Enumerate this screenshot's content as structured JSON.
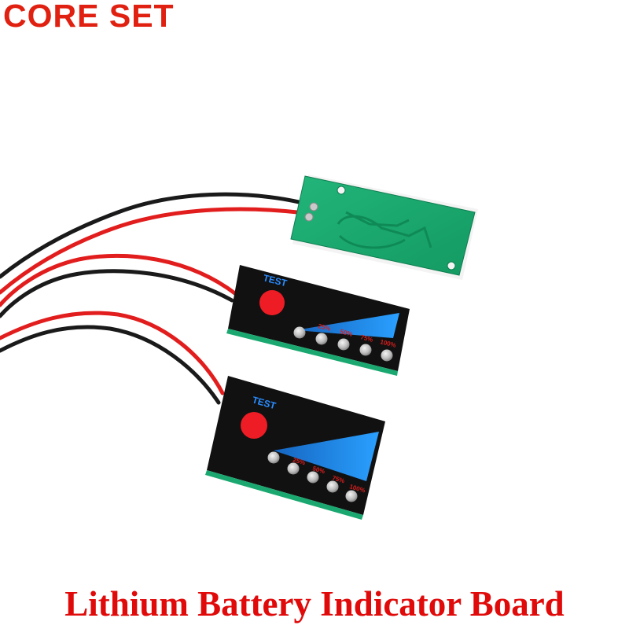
{
  "brand": {
    "name": "CORE SET"
  },
  "caption": {
    "text": "Lithium Battery Indicator Board"
  },
  "boards": [
    {
      "side": "back",
      "color": "#1aa870"
    },
    {
      "side": "front",
      "test_label": "TEST",
      "levels": [
        "25%",
        "50%",
        "75%",
        "100%"
      ]
    },
    {
      "side": "front",
      "test_label": "TEST",
      "levels": [
        "25%",
        "50%",
        "75%",
        "100%"
      ]
    }
  ],
  "colors": {
    "brand": "#e02010",
    "caption": "#e00a0a",
    "wire_red": "#e21d1d",
    "wire_black": "#1a1a1a",
    "board_face": "#111111",
    "pcb_green": "#1aa870",
    "test_button": "#ee1c24",
    "level_bar": "#1e90ff",
    "level_text": "#d81e1e",
    "test_text": "#2a8cff"
  }
}
